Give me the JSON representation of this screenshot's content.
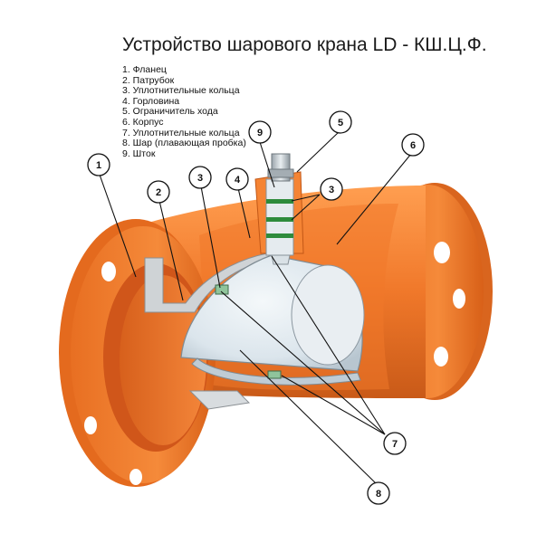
{
  "title": "Устройство шарового крана LD - КШ.Ц.Ф.",
  "legend": [
    "1. Фланец",
    "2. Патрубок",
    "3. Уплотнительные кольца",
    "4. Горловина",
    "5. Ограничитель хода",
    "6. Корпус",
    "7. Уплотнительные кольца",
    "8. Шар (плавающая пробка)",
    "9. Шток"
  ],
  "callouts": [
    "1",
    "2",
    "3",
    "4",
    "5",
    "6",
    "3",
    "7",
    "8",
    "9"
  ],
  "colors": {
    "body": "#f0782a",
    "body_dark": "#c95a18",
    "body_light": "#ff9a4a",
    "ball": "#dfe8ee",
    "seal": "#2e8b3c"
  }
}
